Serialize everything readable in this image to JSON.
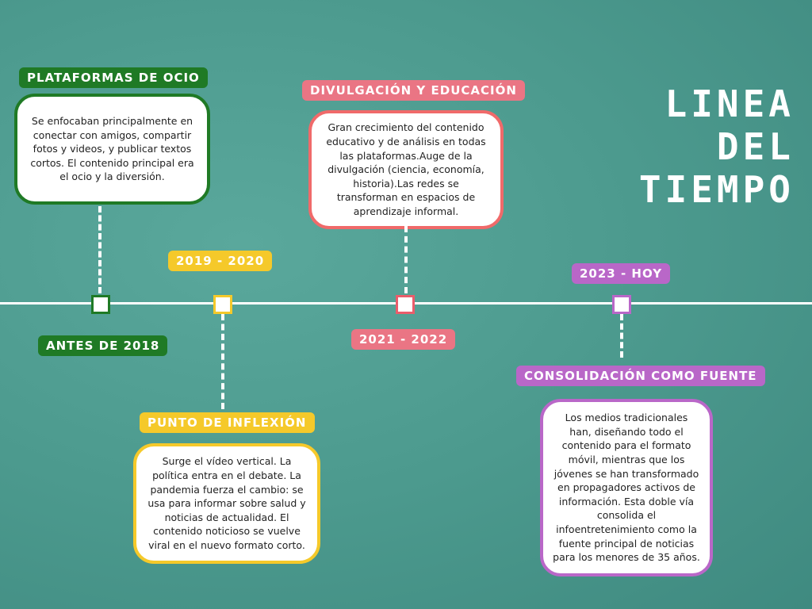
{
  "title": [
    "LINEA",
    "DEL",
    "TIEMPO"
  ],
  "colors": {
    "green": "#1f7a25",
    "yellow": "#f5c92a",
    "pink": "#ea7584",
    "purple": "#b967c8",
    "background": "#4c9a8e"
  },
  "events": [
    {
      "period": "ANTES DE 2018",
      "heading": "PLATAFORMAS DE OCIO",
      "text": "Se enfocaban principalmente en conectar con amigos, compartir fotos y videos, y publicar textos cortos. El contenido principal era el ocio y la diversión."
    },
    {
      "period": "2019 - 2020",
      "heading": "PUNTO DE INFLEXIÓN",
      "text": "Surge el vídeo vertical. La política entra en el debate. La pandemia fuerza el cambio: se usa para informar sobre salud y noticias de actualidad. El contenido noticioso se vuelve viral en el nuevo formato corto."
    },
    {
      "period": "2021 - 2022",
      "heading": "DIVULGACIÓN Y EDUCACIÓN",
      "text": "Gran crecimiento del contenido educativo y de análisis en todas las plataformas.Auge de la divulgación (ciencia, economía, historia).Las redes se transforman en espacios de aprendizaje informal."
    },
    {
      "period": "2023 - HOY",
      "heading": "CONSOLIDACIÓN COMO FUENTE",
      "text": "Los medios tradicionales han, diseñando todo el contenido para el formato móvil, mientras que los jóvenes se han transformado en propagadores activos de información. Esta doble vía consolida el infoentretenimiento como la fuente principal de noticias para los menores de 35 años."
    }
  ]
}
